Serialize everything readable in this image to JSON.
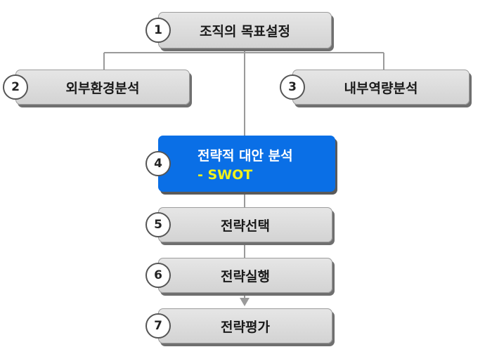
{
  "steps": [
    {
      "number": "1",
      "label": "조직의 목표설정"
    },
    {
      "number": "2",
      "label": "외부환경분석"
    },
    {
      "number": "3",
      "label": "내부역량분석"
    },
    {
      "number": "4",
      "label": "전략적 대안 분석",
      "sublabel": "- SWOT"
    },
    {
      "number": "5",
      "label": "전략선택"
    },
    {
      "number": "6",
      "label": "전략실행"
    },
    {
      "number": "7",
      "label": "전략평가"
    }
  ],
  "colors": {
    "box_fill": "#dcdcdc",
    "highlight_fill": "#0a6fe6",
    "highlight_text": "#ffffff",
    "highlight_subtext": "#f2f21a",
    "connector": "#9a9a9a"
  }
}
